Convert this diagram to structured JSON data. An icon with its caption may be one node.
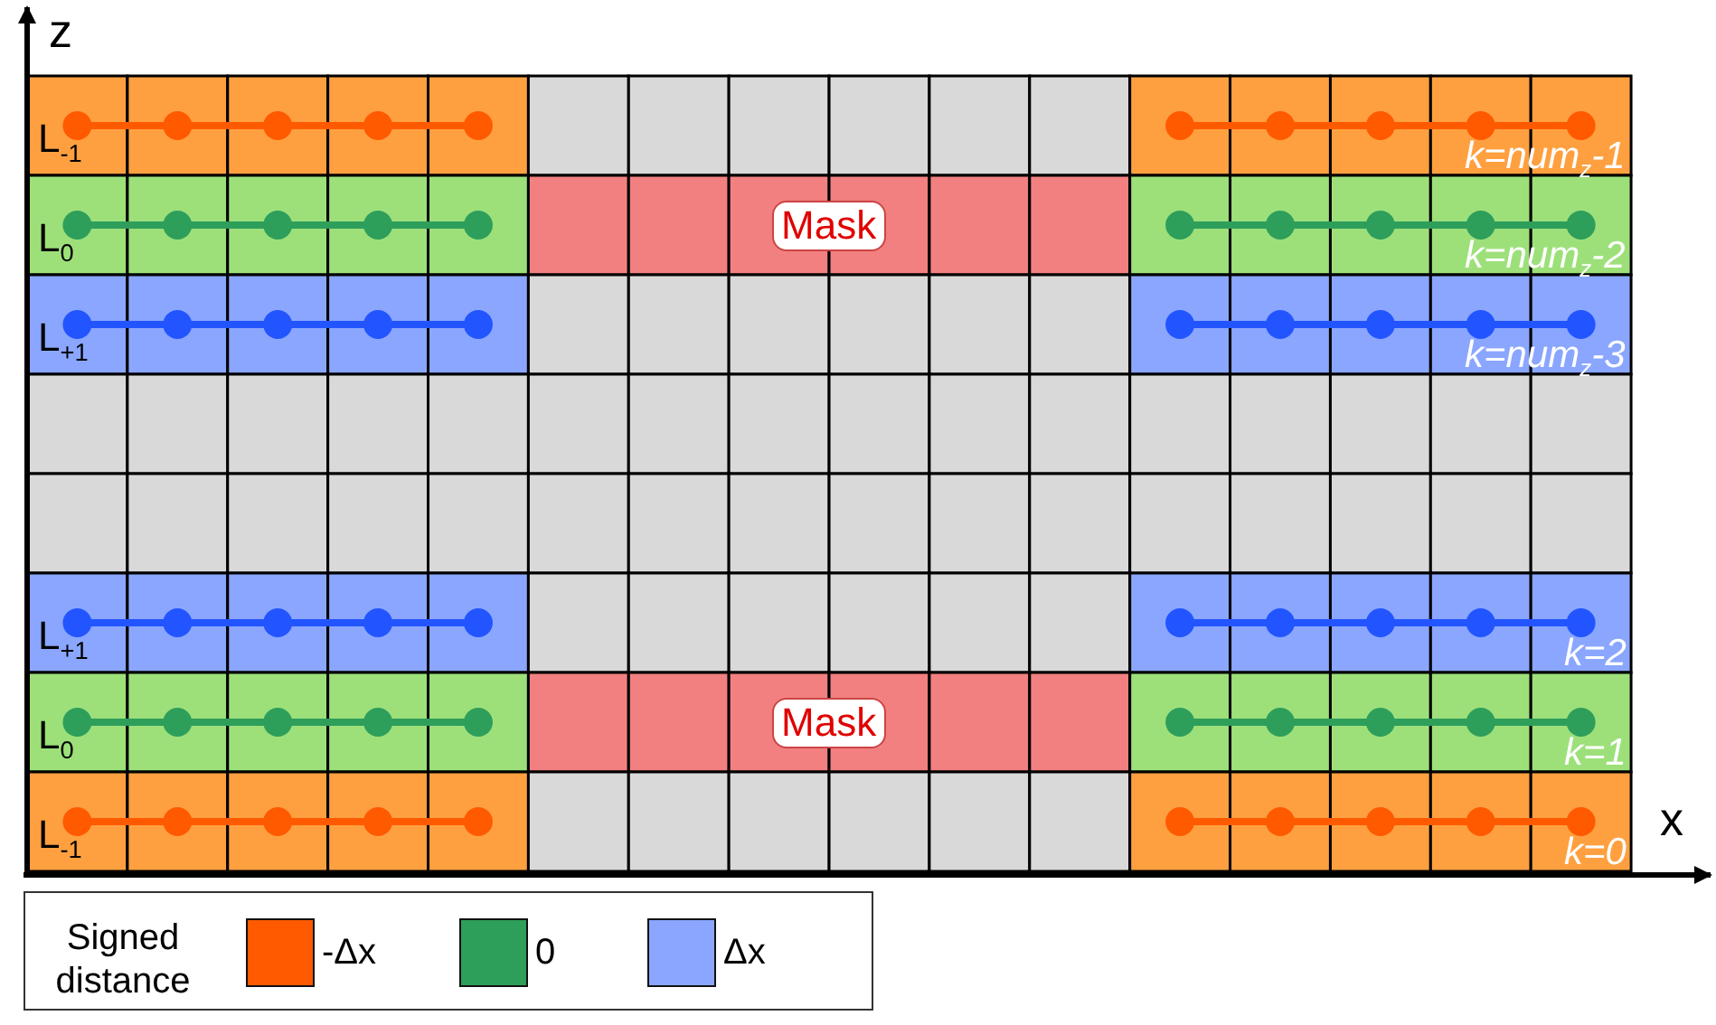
{
  "diagram": {
    "nodes": [
      {
        "text": [
          "Mask"
        ]
      },
      {
        "text": [
          "Mask"
        ]
      }
    ],
    "labels": [
      "z",
      "L$_{-1}$",
      "k=num$_{z}$-1",
      "L$_{0}$",
      "k=num$_{z}$-2",
      "L$_{+1}$",
      "k=num$_{z}$-3",
      "L$_{+1}$",
      "k=2",
      "L$_{0}$",
      "k=1",
      "x",
      "L$_{-1}$",
      "k=0",
      "Signed distance"
    ],
    "legend": [
      {
        "text": "-Δx",
        "color": "#ff5a00"
      },
      {
        "text": "0",
        "color": "#2e9e5b"
      },
      {
        "text": "Δx",
        "color": "#8aa6ff"
      }
    ]
  }
}
